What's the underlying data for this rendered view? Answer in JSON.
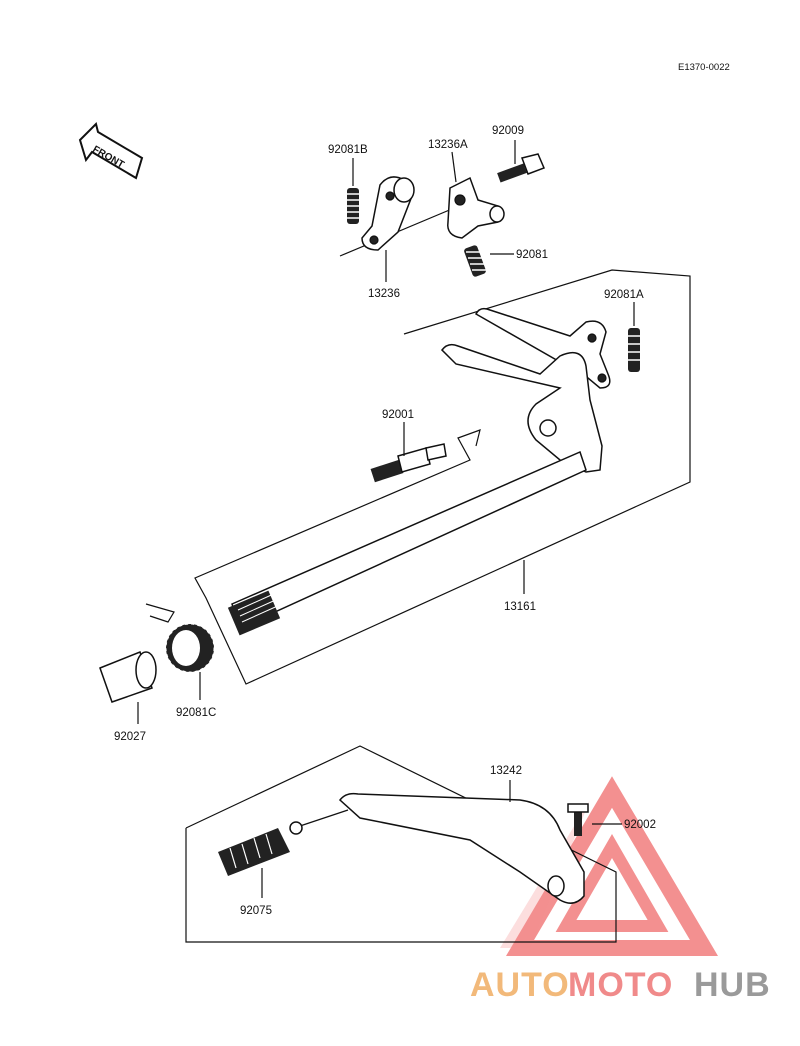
{
  "diagram_code": "E1370-0022",
  "front_label": "FRONT",
  "parts": {
    "p92081B": "92081B",
    "p13236A": "13236A",
    "p92009": "92009",
    "p92081": "92081",
    "p13236": "13236",
    "p92081A": "92081A",
    "p92001": "92001",
    "p13161": "13161",
    "p92027": "92027",
    "p92081C": "92081C",
    "p13242": "13242",
    "p92002": "92002",
    "p92075": "92075"
  },
  "watermark": {
    "part1": "AUTO",
    "part2": "MOTO",
    "part3": "HUB",
    "color1": "#f2b97a",
    "color2": "#f08a8a",
    "color3": "#9a9a9a"
  }
}
